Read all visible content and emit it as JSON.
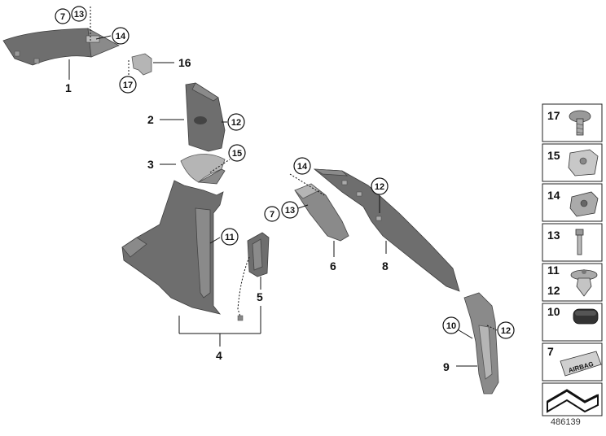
{
  "part_labels": {
    "p1": "1",
    "p2": "2",
    "p3": "3",
    "p4": "4",
    "p5": "5",
    "p6": "6",
    "p8": "8",
    "p9": "9",
    "p16": "16"
  },
  "callouts": {
    "c7a": "7",
    "c13a": "13",
    "c14a": "14",
    "c17a": "17",
    "c12a": "12",
    "c15a": "15",
    "c11a": "11",
    "c7b": "7",
    "c13b": "13",
    "c14b": "14",
    "c12b": "12",
    "c10a": "10",
    "c12c": "12"
  },
  "legend": {
    "r17": "17",
    "r15": "15",
    "r14": "14",
    "r13": "13",
    "r11": "11",
    "r12": "12",
    "r10": "10",
    "r7": "7"
  },
  "airbag_text": "AIRBAG",
  "diagram_id": "486139"
}
